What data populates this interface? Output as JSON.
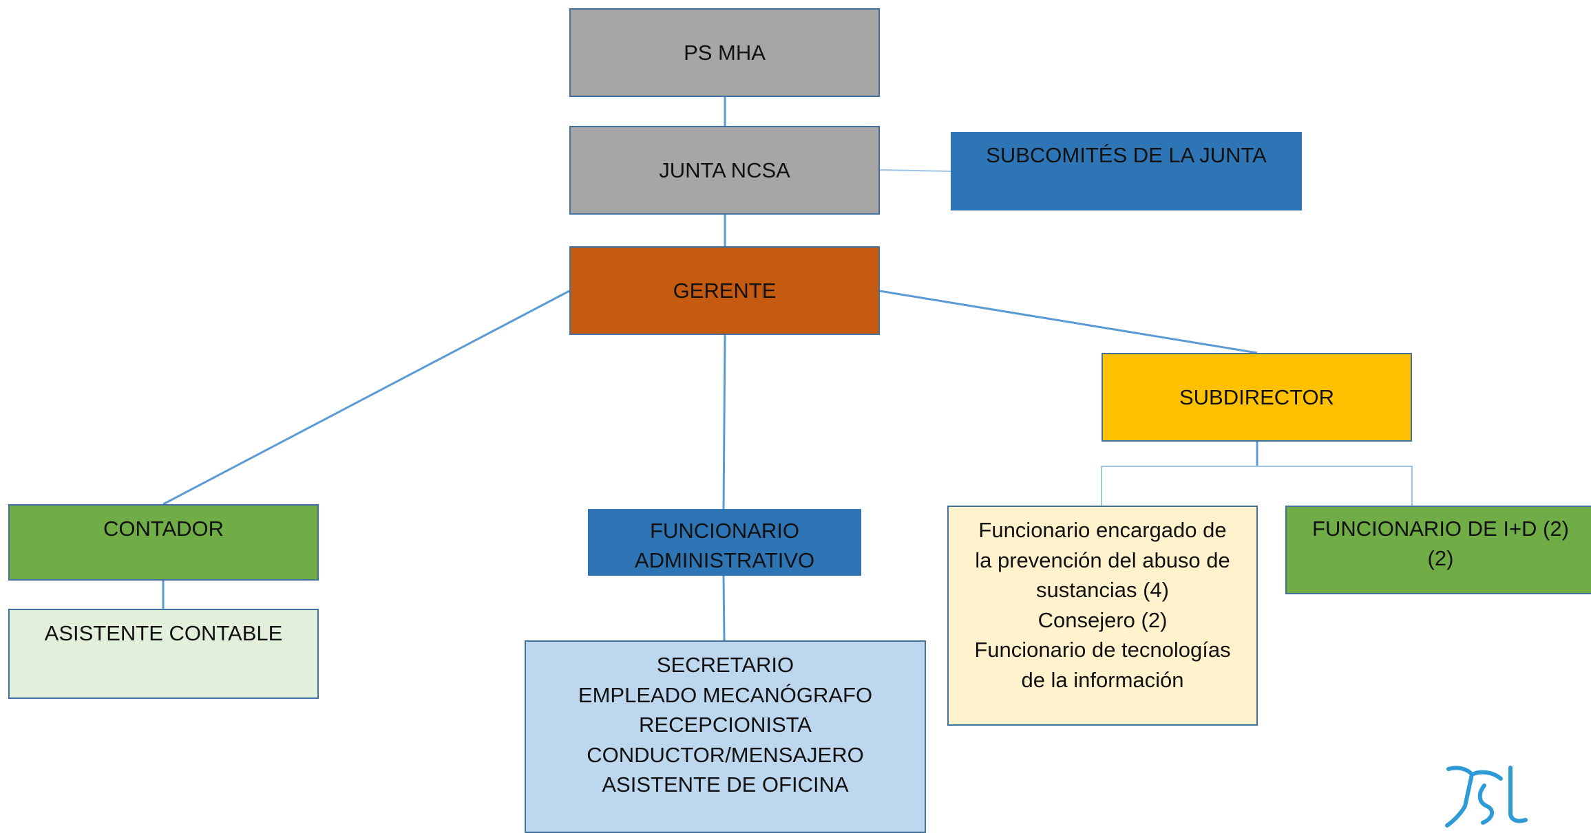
{
  "nodes": {
    "ps_mha": "PS MHA",
    "junta": "JUNTA NCSA",
    "subcomites": "SUBCOMITÉS DE LA JUNTA",
    "gerente": "GERENTE",
    "subdirector": "SUBDIRECTOR",
    "contador": "CONTADOR",
    "asistente_contable": "ASISTENTE CONTABLE",
    "funcionario_administrativo": "FUNCIONARIO\nADMINISTRATIVO",
    "secretario_group": "SECRETARIO\nEMPLEADO MECANÓGRAFO\nRECEPCIONISTA\nCONDUCTOR/MENSAJERO\nASISTENTE DE OFICINA",
    "prevencion_group": "Funcionario encargado de\nla prevención del abuso de\nsustancias (4)\nConsejero (2)\nFuncionario de tecnologías\nde la información",
    "funcionario_id": "FUNCIONARIO DE I+D (2)\n(2)"
  },
  "colors": {
    "gray": "#a6a6a6",
    "blue": "#2e75b6",
    "orange": "#c55a11",
    "gold": "#ffc000",
    "green": "#70ad47",
    "pale_green": "#e2efda",
    "light_blue": "#bdd7ee",
    "cream": "#fff2cc",
    "connector": "#5b9bd5",
    "thin_connector": "#9dc3e6",
    "border": "#41719c"
  },
  "icons": {
    "logo": "organization-logo"
  }
}
